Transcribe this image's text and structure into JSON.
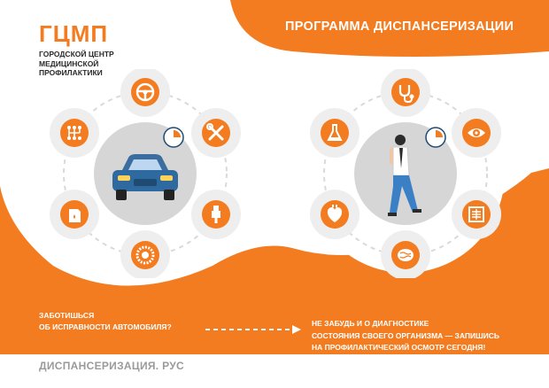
{
  "logo": {
    "brand": "ГЦМП",
    "subtitle_lines": [
      "ГОРОДСКОЙ ЦЕНТР",
      "МЕДИЦИНСКОЙ",
      "ПРОФИЛАКТИКИ"
    ]
  },
  "header": {
    "title": "ПРОГРАММА ДИСПАНСЕРИЗАЦИИ"
  },
  "left_caption": {
    "lines": [
      "ЗАБОТИШЬСЯ",
      "ОБ ИСПРАВНОСТИ АВТОМОБИЛЯ?"
    ]
  },
  "right_caption": {
    "lines": [
      "НЕ ЗАБУДЬ И О ДИАГНОСТИКЕ",
      "СОСТОЯНИЯ СВОЕГО ОРГАНИЗМА — ЗАПИШИСЬ",
      "НА ПРОФИЛАКТИЧЕСКИЙ ОСМОТР СЕГОДНЯ!"
    ]
  },
  "footer": {
    "site": "ДИСПАНСЕРИЗАЦИЯ. РУС"
  },
  "left_wheel": {
    "center_icon": "car-icon",
    "ring_icons": [
      "steering-wheel-icon",
      "wrench-screwdriver-icon",
      "spark-plug-icon",
      "tire-icon",
      "oil-canister-icon",
      "gearbox-icon"
    ]
  },
  "right_wheel": {
    "center_icon": "walking-man-icon",
    "ring_icons": [
      "stethoscope-icon",
      "eye-icon",
      "xray-chest-icon",
      "brain-icon",
      "heart-icon",
      "lab-flask-icon"
    ]
  },
  "colors": {
    "accent": "#f47c20",
    "grey_circle": "#d9d9d9",
    "ring_track": "#eeeeee",
    "text_dark": "#2b2b2b",
    "text_grey": "#9a9a9a"
  }
}
